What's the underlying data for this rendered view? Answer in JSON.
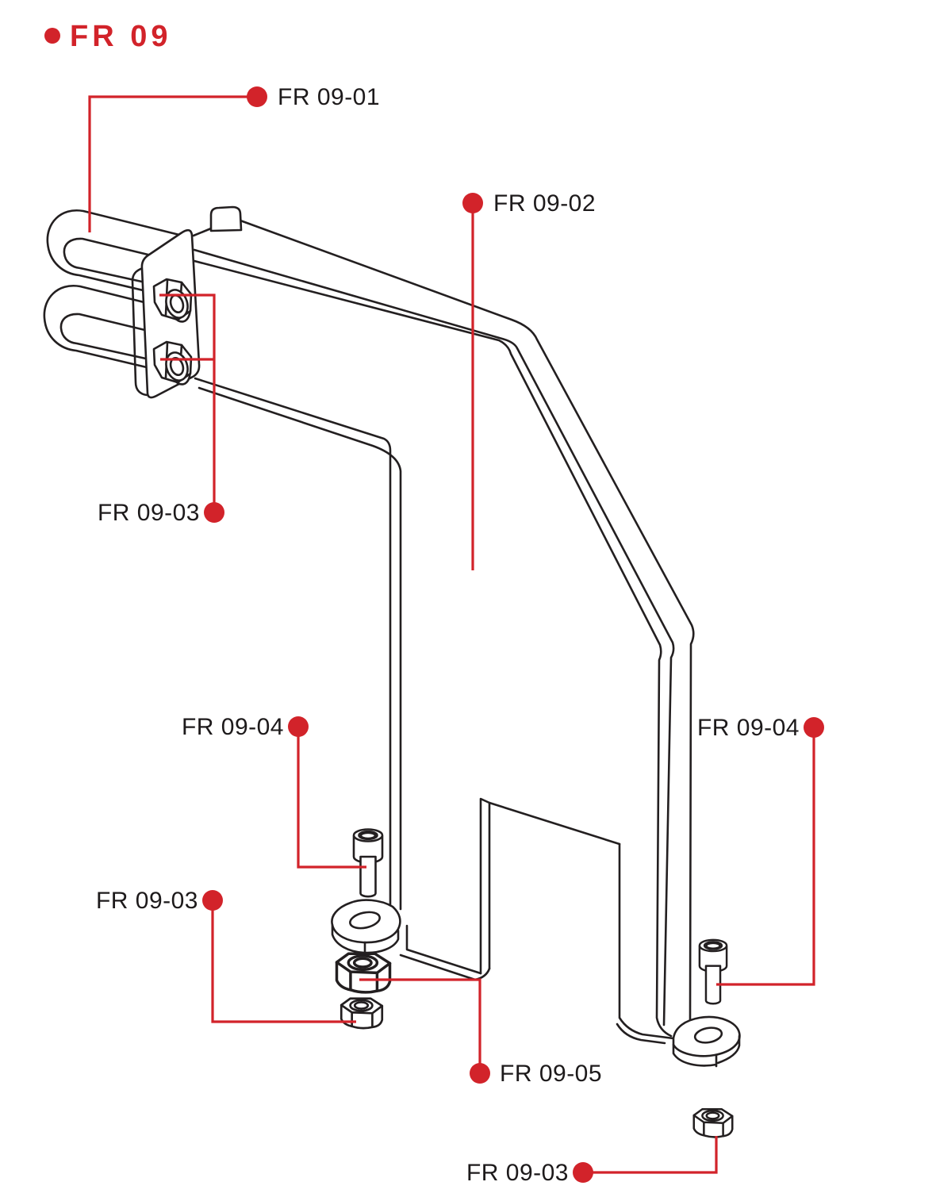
{
  "title": {
    "text": "FR 09",
    "bullet_icon": "dot"
  },
  "colors": {
    "accent": "#d2232a",
    "ink": "#231f20",
    "background": "#ffffff"
  },
  "callouts": [
    {
      "id": "callout-fr-09-01",
      "label": "FR 09-01"
    },
    {
      "id": "callout-fr-09-02",
      "label": "FR 09-02"
    },
    {
      "id": "callout-fr-09-03-top",
      "label": "FR 09-03"
    },
    {
      "id": "callout-fr-09-04-left",
      "label": "FR 09-04"
    },
    {
      "id": "callout-fr-09-03-left",
      "label": "FR 09-03"
    },
    {
      "id": "callout-fr-09-05",
      "label": "FR 09-05"
    },
    {
      "id": "callout-fr-09-04-right",
      "label": "FR 09-04"
    },
    {
      "id": "callout-fr-09-03-bottom",
      "label": "FR 09-03"
    }
  ]
}
